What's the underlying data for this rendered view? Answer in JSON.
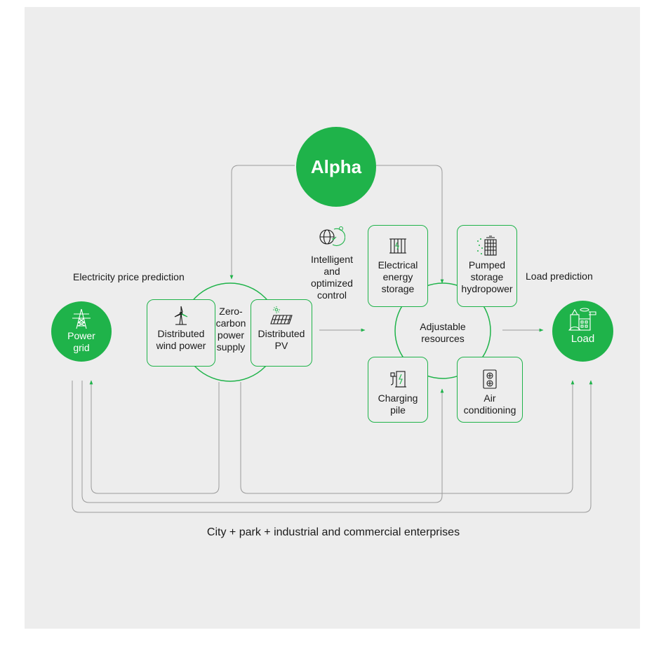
{
  "colors": {
    "accent": "#1fb34a",
    "panel": "#ededed",
    "line": "#9a9a9a",
    "text": "#1a1a1a"
  },
  "center": {
    "label": "Alpha"
  },
  "labels": {
    "price_prediction": "Electricity price prediction",
    "load_prediction": "Load prediction",
    "footer": "City + park + industrial and commercial enterprises"
  },
  "control": {
    "icon": "globe-arrows-icon",
    "lines": [
      "Intelligent",
      "and",
      "optimized",
      "control"
    ]
  },
  "power_grid": {
    "icon": "transmission-tower-icon",
    "lines": [
      "Power",
      "grid"
    ]
  },
  "load": {
    "icon": "buildings-car-icon",
    "label": "Load"
  },
  "zero_carbon": {
    "lines": [
      "Zero-",
      "carbon",
      "power",
      "supply"
    ],
    "wind": {
      "icon": "wind-turbine-icon",
      "lines": [
        "Distributed",
        "wind power"
      ]
    },
    "pv": {
      "icon": "solar-panel-icon",
      "lines": [
        "Distributed",
        "PV"
      ]
    }
  },
  "adjustable": {
    "lines": [
      "Adjustable",
      "resources"
    ],
    "storage": {
      "icon": "battery-rack-icon",
      "lines": [
        "Electrical",
        "energy",
        "storage"
      ]
    },
    "hydro": {
      "icon": "pumped-hydro-icon",
      "lines": [
        "Pumped",
        "storage",
        "hydropower"
      ]
    },
    "charging": {
      "icon": "charging-pile-icon",
      "lines": [
        "Charging",
        "pile"
      ]
    },
    "aircon": {
      "icon": "air-conditioner-icon",
      "lines": [
        "Air",
        "conditioning"
      ]
    }
  }
}
